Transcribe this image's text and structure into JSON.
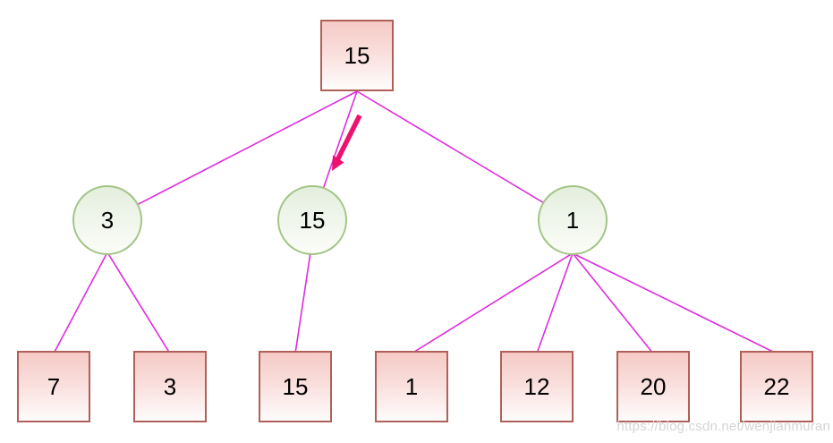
{
  "nodes": {
    "root": {
      "value": "15"
    },
    "internal": [
      {
        "value": "3"
      },
      {
        "value": "15"
      },
      {
        "value": "1"
      }
    ],
    "leaves": [
      {
        "value": "7"
      },
      {
        "value": "3"
      },
      {
        "value": "15"
      },
      {
        "value": "1"
      },
      {
        "value": "12"
      },
      {
        "value": "20"
      },
      {
        "value": "22"
      }
    ]
  },
  "watermark": "https://blog.csdn.net/wenjianmuran",
  "colors": {
    "edge": "#de2cde",
    "arrow": "#ee1270",
    "square_border": "#b06058",
    "square_fill_top": "#f5cac6",
    "square_fill_bottom": "#fefcfc",
    "circle_border": "#a2c585",
    "circle_fill_top": "#e3eedd",
    "circle_fill_bottom": "#fbfdf8",
    "text": "#000000",
    "watermark_text": "#d5d5d5"
  }
}
